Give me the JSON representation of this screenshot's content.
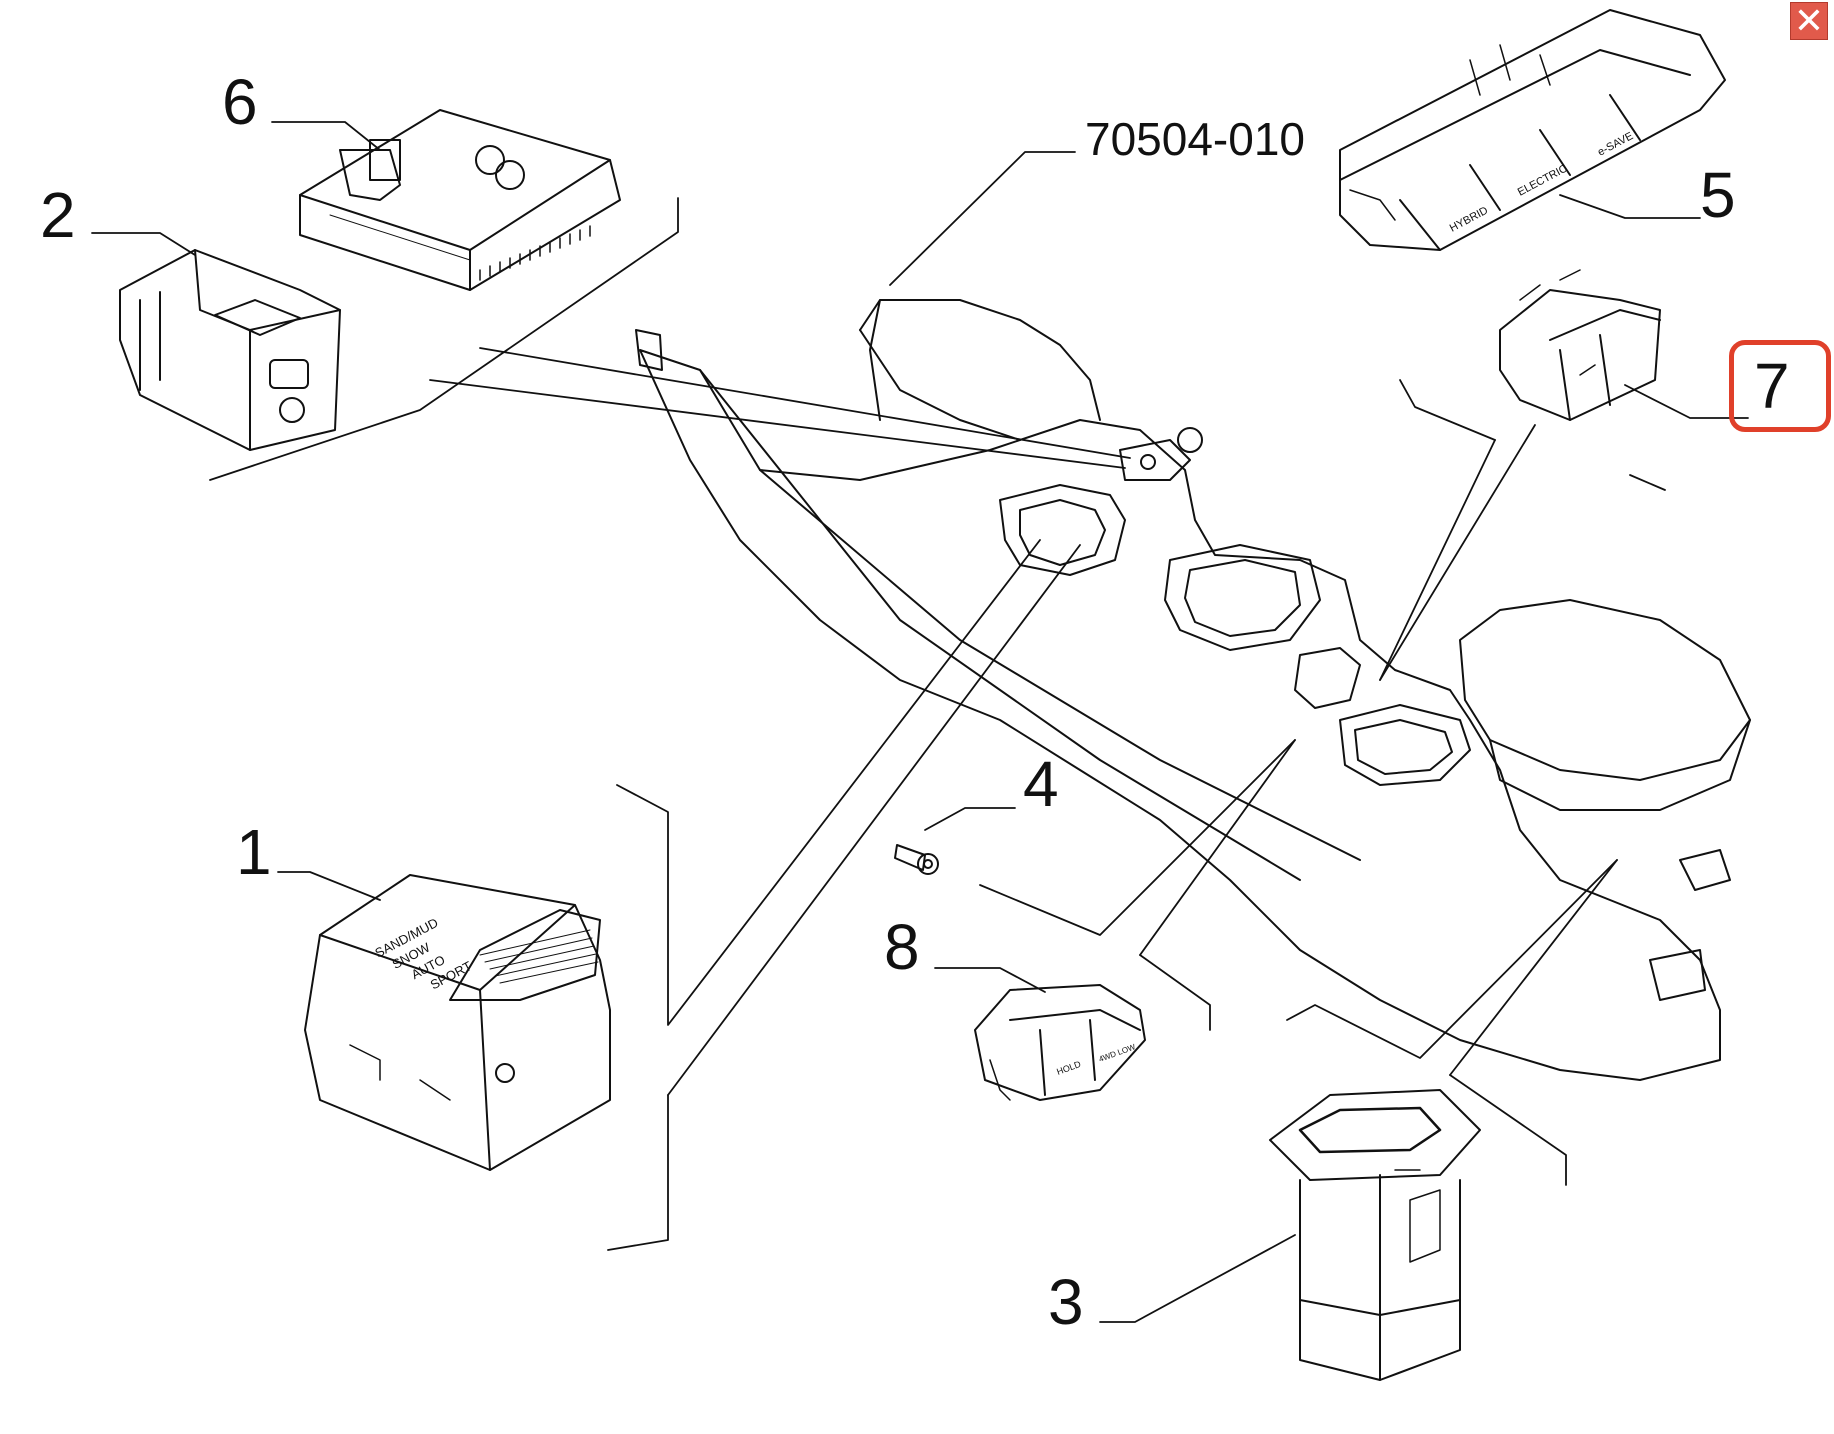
{
  "window": {
    "close_symbol": "✕"
  },
  "accent_color": "#e0402a",
  "diagram": {
    "assembly_code": "70504-010",
    "callouts": [
      {
        "id": "1",
        "label": "1"
      },
      {
        "id": "2",
        "label": "2"
      },
      {
        "id": "3",
        "label": "3"
      },
      {
        "id": "4",
        "label": "4"
      },
      {
        "id": "5",
        "label": "5"
      },
      {
        "id": "6",
        "label": "6"
      },
      {
        "id": "7",
        "label": "7",
        "highlighted": true
      },
      {
        "id": "8",
        "label": "8"
      }
    ],
    "part_text": {
      "mode_selector": [
        "SAND/MUD",
        "SNOW",
        "AUTO",
        "SPORT"
      ],
      "drive_mode_buttons": [
        "HYBRID",
        "ELECTRIC",
        "e-SAVE"
      ],
      "hold_switch": [
        "HOLD",
        "4WD LOW"
      ]
    }
  }
}
